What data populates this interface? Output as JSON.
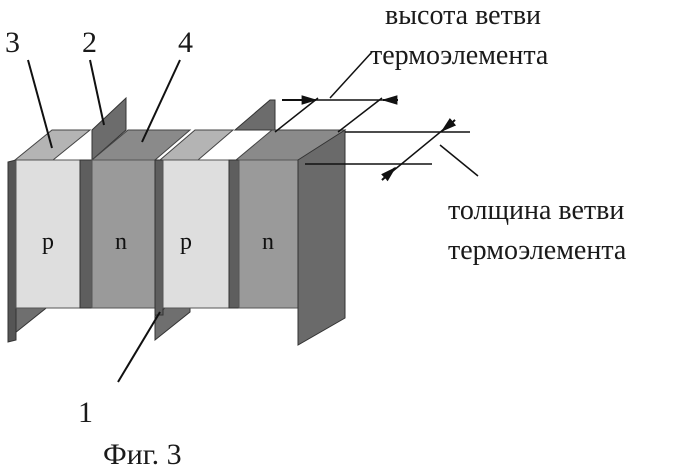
{
  "diagram": {
    "part_labels": {
      "substrate": "1",
      "branch_side": "2",
      "left_edge": "3",
      "top_plate": "4"
    },
    "branch_letters": [
      "p",
      "n",
      "p",
      "n"
    ],
    "annotations": {
      "height_line1": "высота ветви",
      "height_line2": "термоэлемента",
      "thickness_line1": "толщина ветви",
      "thickness_line2": "термоэлемента"
    },
    "caption": "Фиг. 3"
  }
}
